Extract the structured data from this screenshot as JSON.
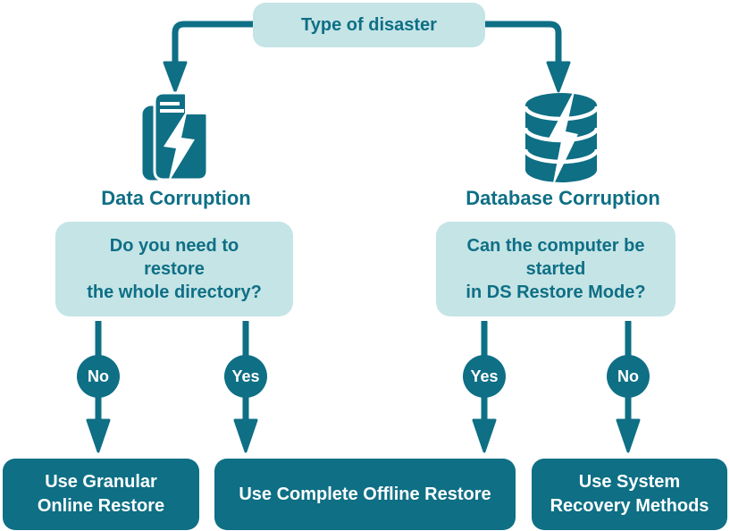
{
  "title": "Type of disaster",
  "branches": [
    {
      "name": "data-corruption",
      "label": "Data Corruption",
      "icon": "document-lightning-icon",
      "question_lines": [
        "Do you need to",
        "restore",
        "the whole directory?"
      ],
      "answers": [
        "No",
        "Yes"
      ]
    },
    {
      "name": "database-corruption",
      "label": "Database Corruption",
      "icon": "database-lightning-icon",
      "question_lines": [
        "Can the computer be",
        "started",
        "in DS Restore Mode?"
      ],
      "answers": [
        "Yes",
        "No"
      ]
    }
  ],
  "outcomes": [
    {
      "name": "granular-online-restore",
      "lines": [
        "Use Granular",
        "Online Restore"
      ]
    },
    {
      "name": "complete-offline-restore",
      "lines": [
        "Use Complete Offline Restore"
      ]
    },
    {
      "name": "system-recovery-methods",
      "lines": [
        "Use System",
        "Recovery Methods"
      ]
    }
  ],
  "colors": {
    "dark_teal": "#0E6F85",
    "light_teal": "#C5E4E6",
    "text_on_dark": "#FFFFFF"
  }
}
